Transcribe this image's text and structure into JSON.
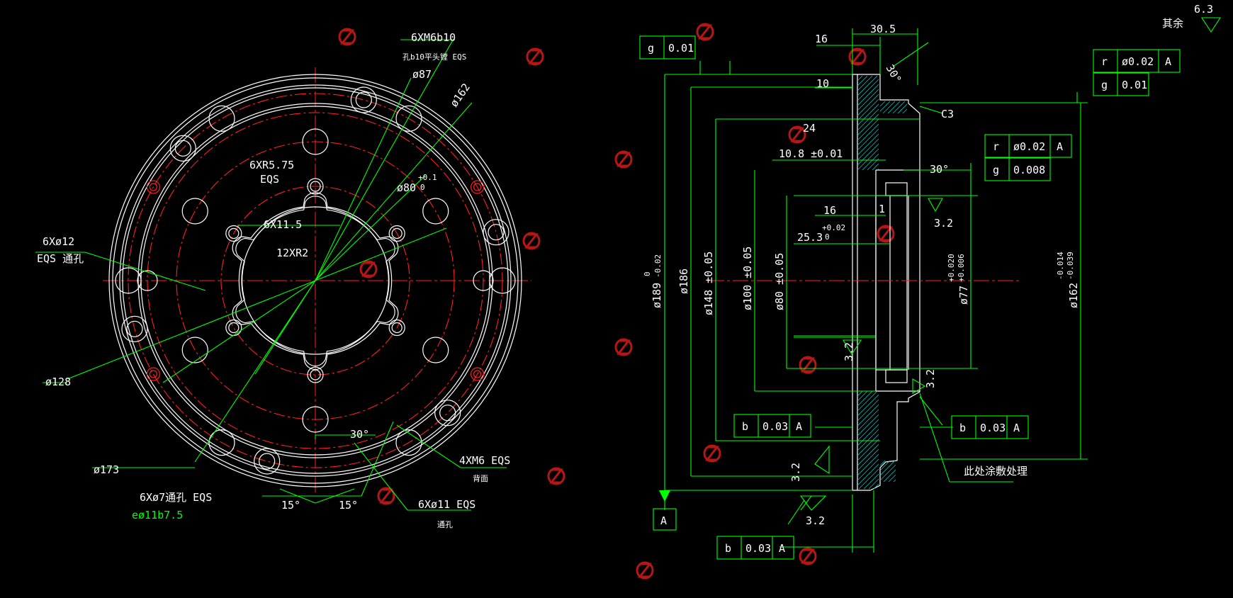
{
  "front_view": {
    "callouts": {
      "m6b10": "6XM6b10",
      "m6b10_note": "孔b10平头镗 EQS",
      "d87": "ø87",
      "d162": "ø162",
      "r575": "6XR5.75",
      "r575_eqs": "EQS",
      "d80": "ø80",
      "d80_tol_upper": "+0.1",
      "d80_tol_lower": "0",
      "w115": "6X11.5",
      "r2": "12XR2",
      "d12": "6Xø12",
      "d12_note": "EQS 通孔",
      "d128": "ø128",
      "d173": "ø173",
      "d7": "6Xø7通孔 EQS",
      "d7_note": "eø11b7.5",
      "a15_left": "15°",
      "a15_right": "15°",
      "a30": "30°",
      "m6_4x": "4XM6 EQS",
      "m6_note": "背面",
      "d11": "6Xø11 EQS",
      "d11_note": "通孔"
    }
  },
  "section_view": {
    "dims": {
      "w305": "30.5",
      "w16_top": "16",
      "a30_top": "30°",
      "h10": "10",
      "c3": "C3",
      "h24": "24",
      "h108": "10.8 ±0.01",
      "a30_mid": "30°",
      "h16": "16",
      "h1": "1",
      "h253": "25.3",
      "h253_tol_upper": "+0.02",
      "h253_tol_lower": "0",
      "d189": "ø189",
      "d189_tol_upper": "0",
      "d189_tol_lower": "-0.02",
      "d186": "ø186",
      "d148": "ø148 ±0.05",
      "d100": "ø100 ±0.05",
      "d80": "ø80 ±0.05",
      "d77": "ø77",
      "d77_tol_upper": "+0.020",
      "d77_tol_lower": "+0.006",
      "d162": "ø162",
      "d162_tol_upper": "-0.014",
      "d162_tol_lower": "-0.039",
      "rough_32_a": "3.2",
      "rough_32_b": "3.2",
      "rough_32_c": "3.2",
      "rough_32_d": "3.2",
      "rough_32_e": "3.2",
      "note_treatment": "此处涂敷处理",
      "datum_a": "A"
    },
    "tolerance_frames": {
      "flat_top": {
        "sym": "g",
        "val": "0.01"
      },
      "frame_right_top_1": {
        "sym": "r",
        "val": "ø0.02",
        "datum": "A"
      },
      "frame_right_top_2": {
        "sym": "g",
        "val": "0.01"
      },
      "frame_mid_1": {
        "sym": "r",
        "val": "ø0.02",
        "datum": "A"
      },
      "frame_mid_2": {
        "sym": "g",
        "val": "0.008"
      },
      "frame_left_bottom": {
        "sym": "b",
        "val": "0.03",
        "datum": "A"
      },
      "frame_right_bottom": {
        "sym": "b",
        "val": "0.03",
        "datum": "A"
      },
      "frame_base": {
        "sym": "b",
        "val": "0.03",
        "datum": "A"
      }
    }
  },
  "corner": {
    "roughness_value": "6.3",
    "roughness_label": "其余"
  },
  "colors": {
    "background": "#000000",
    "outline": "#ffffff",
    "centerline": "#ff2020",
    "dimension": "#00ff00",
    "watermark": "#d81a1a"
  }
}
